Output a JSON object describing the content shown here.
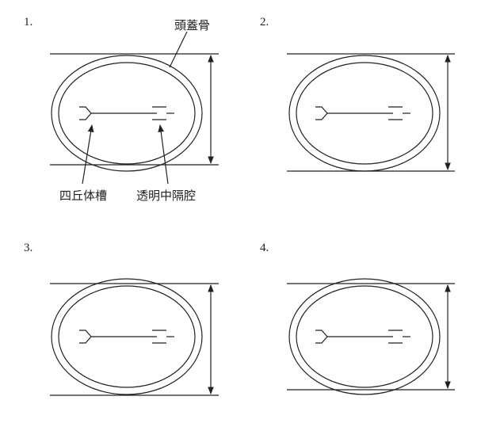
{
  "panels": [
    {
      "number": "1."
    },
    {
      "number": "2."
    },
    {
      "number": "3."
    },
    {
      "number": "4."
    }
  ],
  "labels": {
    "skull": "頭蓋骨",
    "quadrigeminal": "四丘体槽",
    "cavum_septum": "透明中隔腔"
  },
  "colors": {
    "line": "#222222",
    "background": "#ffffff"
  }
}
